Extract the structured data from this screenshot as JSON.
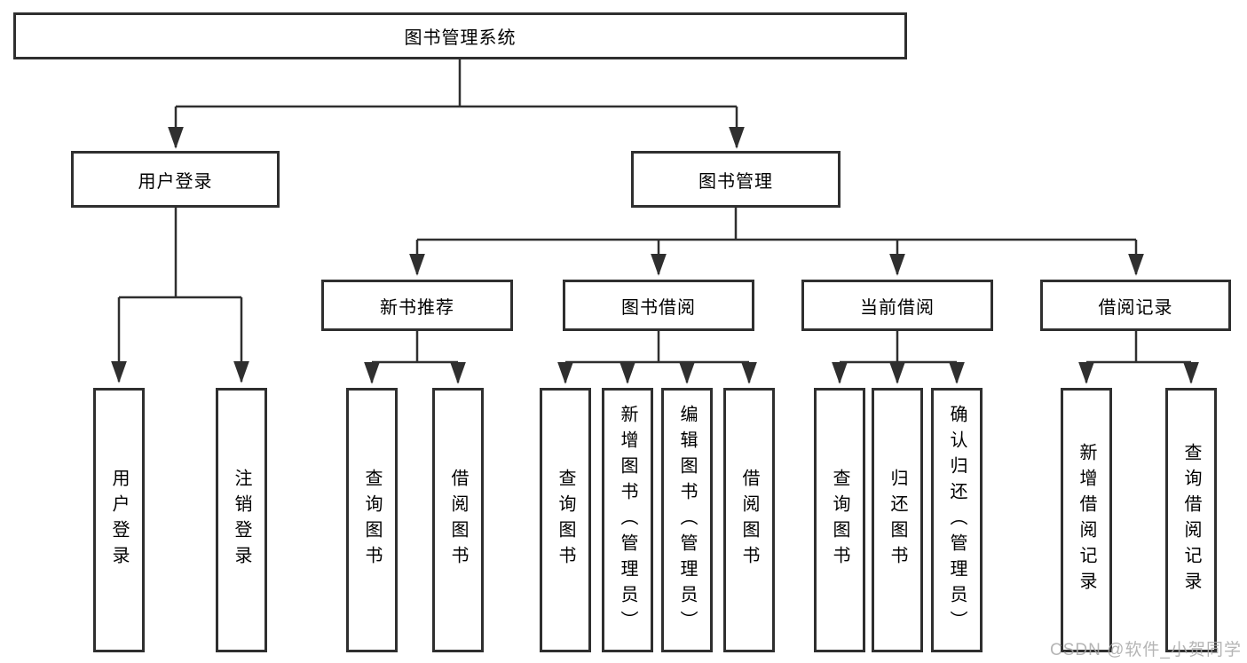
{
  "nodes": {
    "root": "图书管理系统",
    "user_login": "用户登录",
    "book_mgmt": "图书管理",
    "branches": [
      "新书推荐",
      "图书借阅",
      "当前借阅",
      "借阅记录"
    ],
    "user_login_leaves": [
      "用户登录",
      "注销登录"
    ],
    "new_book_leaves": [
      "查询图书",
      "借阅图书"
    ],
    "borrow_leaves": [
      "查询图书",
      "新增图书（管理员）",
      "编辑图书（管理员）",
      "借阅图书"
    ],
    "current_leaves": [
      "查询图书",
      "归还图书",
      "确认归还（管理员）"
    ],
    "record_leaves": [
      "新增借阅记录",
      "查询借阅记录"
    ]
  },
  "watermark": {
    "text": "CSDN @软件_小贺同学"
  },
  "colors": {
    "line": "#2f2f2f",
    "background": "#ffffff",
    "watermark": "#a8a8a8"
  }
}
